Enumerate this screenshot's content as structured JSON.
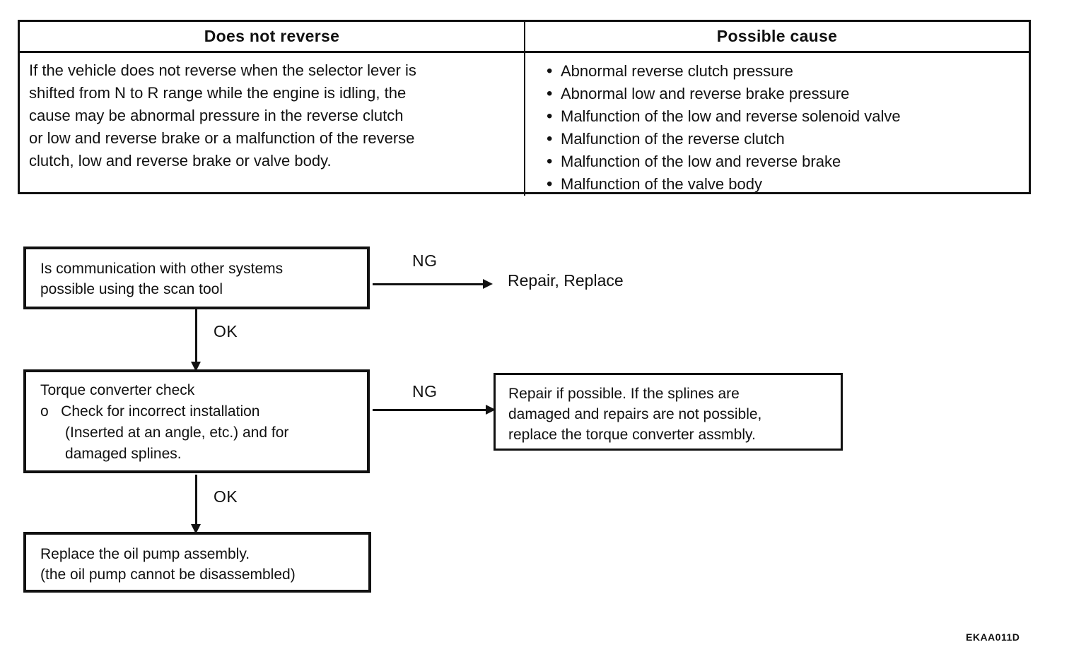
{
  "colors": {
    "ink": "#111111",
    "background": "#ffffff"
  },
  "table": {
    "symptom_header": "Does not reverse",
    "cause_header": "Possible cause",
    "symptom_text": "If the vehicle does not reverse when the selector lever is\nshifted from N to R range while the engine is idling, the\ncause may be abnormal pressure in the reverse clutch\nor low and reverse brake or a malfunction of the reverse\nclutch, low and reverse brake or valve body.",
    "causes": [
      "Abnormal reverse clutch pressure",
      "Abnormal low and reverse brake pressure",
      "Malfunction of the low and reverse solenoid valve",
      "Malfunction of the reverse clutch",
      "Malfunction of the low and reverse brake",
      "Malfunction of the valve body"
    ]
  },
  "flowchart": {
    "step1": {
      "text": "Is communication with other systems\npossible using the scan tool",
      "ng_label": "NG",
      "ng_result": "Repair, Replace",
      "ok_label": "OK"
    },
    "step2": {
      "text": "Torque converter check\no   Check for incorrect installation\n      (Inserted at an angle, etc.) and for\n      damaged splines.",
      "ng_label": "NG",
      "ng_result": "Repair if possible. If the splines are\ndamaged and repairs are not possible,\nreplace the torque converter assmbly.",
      "ok_label": "OK"
    },
    "final_step": "Replace the oil pump assembly.\n(the oil pump cannot be disassembled)"
  },
  "figure_code": "EKAA011D"
}
